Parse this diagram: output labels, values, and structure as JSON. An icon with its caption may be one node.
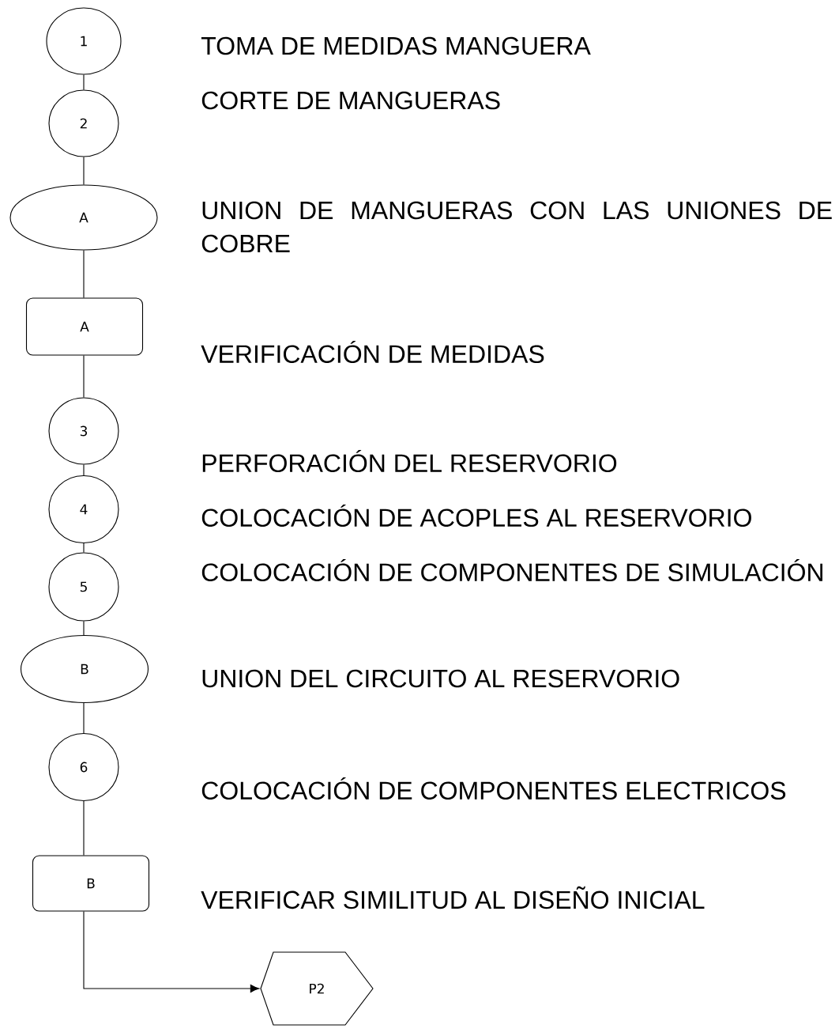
{
  "diagram": {
    "nodes": [
      {
        "text": [
          "1"
        ],
        "beside": [
          "TOMA DE MEDIDAS MANGUERA"
        ]
      },
      {
        "text": [
          "2"
        ],
        "beside": [
          "CORTE DE MANGUERAS"
        ]
      },
      {
        "text": [
          "A"
        ],
        "beside": [
          "UNION DE MANGUERAS CON LAS UNIONES DE COBRE"
        ]
      },
      {
        "text": [
          "A"
        ],
        "beside": [
          "VERIFICACIÓN DE MEDIDAS"
        ]
      },
      {
        "text": [
          "3"
        ],
        "beside": [
          "PERFORACIÓN DEL RESERVORIO"
        ]
      },
      {
        "text": [
          "4"
        ],
        "beside": [
          "COLOCACIÓN DE ACOPLES AL RESERVORIO"
        ]
      },
      {
        "text": [
          "5"
        ],
        "beside": [
          "COLOCACIÓN DE COMPONENTES DE SIMULACIÓN"
        ]
      },
      {
        "text": [
          "B"
        ],
        "beside": [
          "UNION DEL CIRCUITO AL RESERVORIO"
        ]
      },
      {
        "text": [
          "6"
        ],
        "beside": [
          "COLOCACIÓN DE COMPONENTES ELECTRICOS"
        ]
      },
      {
        "text": [
          "B"
        ],
        "beside": [
          "VERIFICAR SIMILITUD AL DISEÑO INICIAL"
        ]
      },
      {
        "text": [
          "P2"
        ]
      }
    ],
    "edges": [
      {
        "from": 0,
        "to": 1,
        "arrow": "none"
      },
      {
        "from": 1,
        "to": 2,
        "arrow": "none"
      },
      {
        "from": 2,
        "to": 3,
        "arrow": "none"
      },
      {
        "from": 3,
        "to": 4,
        "arrow": "none"
      },
      {
        "from": 4,
        "to": 5,
        "arrow": "none"
      },
      {
        "from": 5,
        "to": 6,
        "arrow": "none"
      },
      {
        "from": 6,
        "to": 7,
        "arrow": "none"
      },
      {
        "from": 7,
        "to": 8,
        "arrow": "none"
      },
      {
        "from": 8,
        "to": 9,
        "arrow": "none"
      },
      {
        "from": 9,
        "to": 10,
        "arrow": "to"
      }
    ]
  }
}
